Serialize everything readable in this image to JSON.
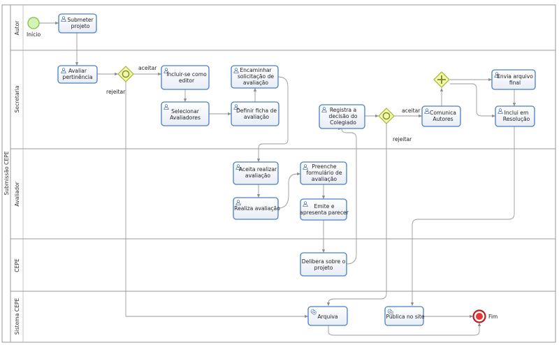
{
  "pool": {
    "label": "Submissão CEPE"
  },
  "lanes": [
    {
      "id": "autor",
      "label": "Autor"
    },
    {
      "id": "secretaria",
      "label": "Secretaria"
    },
    {
      "id": "avaliador",
      "label": "Avaliador"
    },
    {
      "id": "cepe",
      "label": "CEPE"
    },
    {
      "id": "sistema",
      "label": "Sistema CEPE"
    }
  ],
  "events": {
    "start": {
      "label": "Início"
    },
    "end": {
      "label": "Fim"
    }
  },
  "tasks": {
    "submeter": {
      "lines": [
        "Submeter",
        "projeto"
      ],
      "type": "user"
    },
    "avaliar": {
      "lines": [
        "Avaliar",
        "pertinência"
      ],
      "type": "user"
    },
    "incluir_editor": {
      "lines": [
        "Incluir-se como",
        "editor"
      ],
      "type": "user"
    },
    "selecionar": {
      "lines": [
        "Selecionar",
        "Avaliadores"
      ],
      "type": "user"
    },
    "definir_ficha": {
      "lines": [
        "Definir ficha de",
        "avaliação"
      ],
      "type": "user"
    },
    "encaminhar": {
      "lines": [
        "Encaminhar",
        "solicitação de",
        "avaliação"
      ],
      "type": "user"
    },
    "registra": {
      "lines": [
        "Registra a",
        "decisão do",
        "Colegiado"
      ],
      "type": "user"
    },
    "comunica": {
      "lines": [
        "Comunica",
        "Autores"
      ],
      "type": "user"
    },
    "envia": {
      "lines": [
        "Envia arquivo",
        "final"
      ],
      "type": "user"
    },
    "inclui_resolucao": {
      "lines": [
        "Inclui em",
        "Resolução"
      ],
      "type": "user"
    },
    "aceita": {
      "lines": [
        "Aceita realizar",
        "avaliação"
      ],
      "type": "user"
    },
    "realiza": {
      "lines": [
        "Realiza avaliação"
      ],
      "type": "user"
    },
    "preenche": {
      "lines": [
        "Preenche",
        "formulário de",
        "avaliação"
      ],
      "type": "user"
    },
    "emite": {
      "lines": [
        "Emite e",
        "apresenta parecer"
      ],
      "type": "user"
    },
    "delibera": {
      "lines": [
        "Delibera sobre o",
        "projeto"
      ],
      "type": "none"
    },
    "arquiva": {
      "lines": [
        "Arquiva"
      ],
      "type": "service"
    },
    "publica": {
      "lines": [
        "Publica no site"
      ],
      "type": "service"
    }
  },
  "flow_labels": {
    "aceitar_1": "aceitar",
    "rejeitar_1": "rejeitar",
    "aceitar_2": "aceitar",
    "rejeitar_2": "rejeitar"
  },
  "colors": {
    "task_border": "#4a7fc0",
    "start_fill": "#d7f2b5",
    "start_stroke": "#7cc04a",
    "gateway_fill": "#f2f7b0",
    "gateway_stroke": "#a8b52e",
    "end_stroke": "#b71c1c",
    "end_fill": "#e53935",
    "flow": "#9a9a9a"
  }
}
